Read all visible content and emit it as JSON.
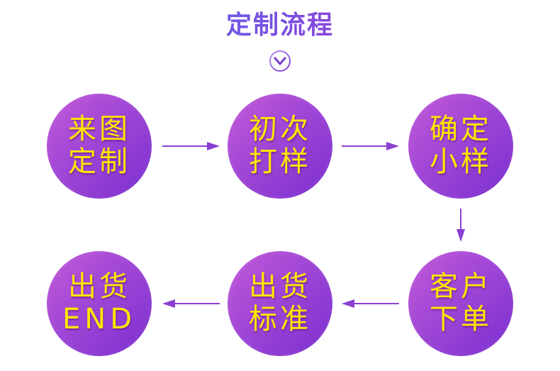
{
  "title": "定制流程",
  "nodes": [
    {
      "line1": "来图",
      "line2": "定制"
    },
    {
      "line1": "初次",
      "line2": "打样"
    },
    {
      "line1": "确定",
      "line2": "小样"
    },
    {
      "line1": "客户",
      "line2": "下单"
    },
    {
      "line1": "出货",
      "line2": "标准"
    },
    {
      "line1": "出货",
      "line2": "END"
    }
  ],
  "colors": {
    "node_gradient": [
      "#c35ad8",
      "#a046d6",
      "#7a2fcf"
    ],
    "label": "#ffe600",
    "arrow": "#8a3fd0"
  }
}
